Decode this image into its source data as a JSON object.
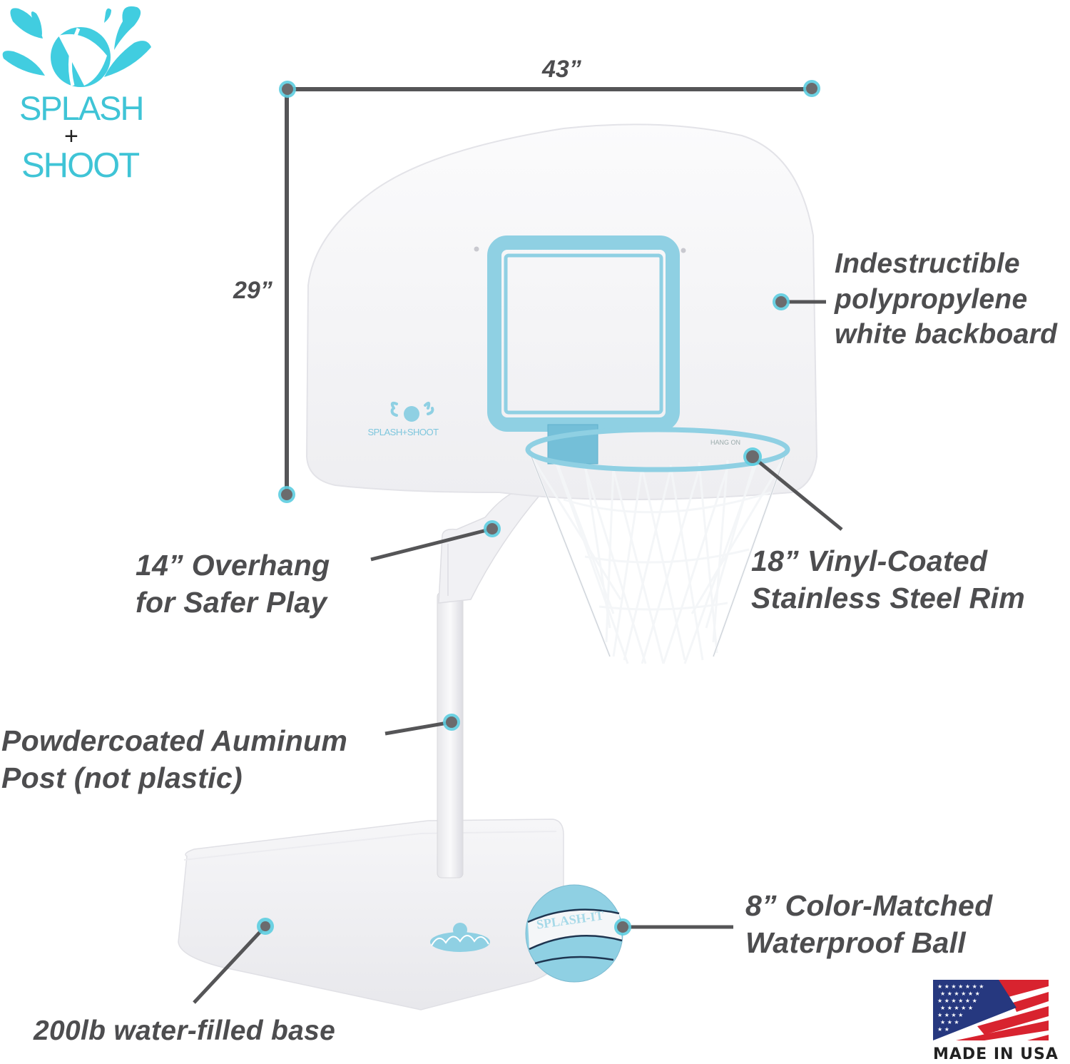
{
  "logo": {
    "line1": "SPLASH",
    "plus": "+",
    "line2": "SHOOT",
    "icon": "splash-ball-icon"
  },
  "dimensions": {
    "width_label": "43”",
    "height_label": "29”"
  },
  "backboard": {
    "logo_text": "SPLASH+SHOOT",
    "rim_text": "HANG ON"
  },
  "ball": {
    "label": "SPLASH-IT"
  },
  "callouts": [
    {
      "id": "backboard",
      "lines": [
        "Indestructible",
        "polypropylene",
        "white backboard"
      ]
    },
    {
      "id": "rim",
      "lines": [
        "18” Vinyl-Coated",
        "Stainless Steel Rim"
      ]
    },
    {
      "id": "overhang",
      "lines": [
        "14” Overhang",
        "for Safer Play"
      ]
    },
    {
      "id": "post",
      "lines": [
        "Powdercoated Auminum",
        "Post (not plastic)"
      ]
    },
    {
      "id": "ball",
      "lines": [
        "8” Color-Matched",
        "Waterproof Ball"
      ]
    },
    {
      "id": "base",
      "lines": [
        "200lb water-filled base"
      ]
    }
  ],
  "badge": {
    "text": "MADE IN USA",
    "icon": "us-flag-icon"
  },
  "colors": {
    "accent": "#3fc4d6",
    "hoop_blue": "#8fd0e3",
    "text_gray": "#4d4d4f",
    "marker_gray": "#6b6b6d",
    "flag_red": "#d8232f",
    "flag_blue": "#26387f"
  }
}
